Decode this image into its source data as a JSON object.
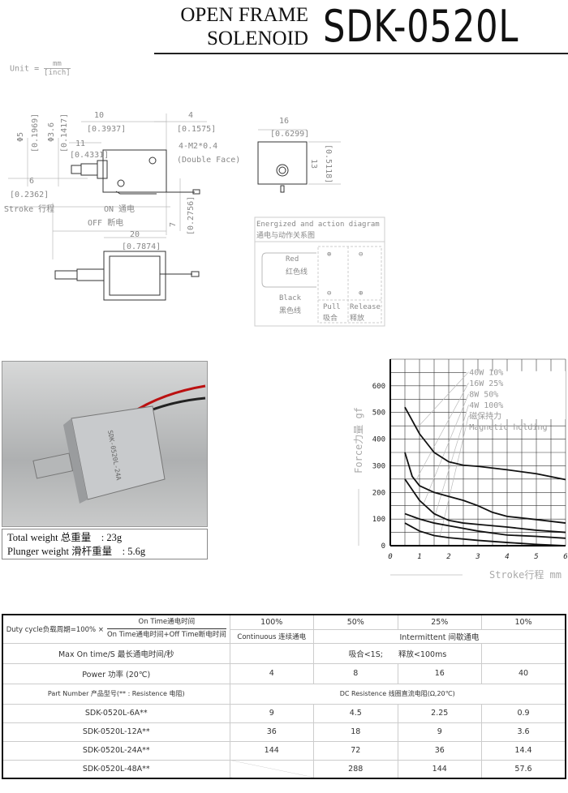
{
  "header": {
    "line1": "OPEN FRAME",
    "line2": "SOLENOID",
    "model": "SDK-0520L"
  },
  "unit": {
    "label": "Unit =",
    "top": "mm",
    "bottom": "[inch]"
  },
  "drawing": {
    "dims": {
      "d10": "10",
      "d10i": "[0.3937]",
      "d4": "4",
      "d4i": "[0.1575]",
      "phi5": "Φ5",
      "phi5i": "[0.1969]",
      "phi36": "Φ3.6",
      "phi36i": "[0.1417]",
      "d11": "11",
      "d11i": "[0.4331]",
      "d6": "6",
      "d6i": "[0.2362]",
      "thread": "4-M2*0.4",
      "face": "(Double Face)",
      "stroke": "Stroke 行程",
      "on": "ON 通电",
      "off": "OFF 断电",
      "d7": "7",
      "d7i": "[0.2756]",
      "d20": "20",
      "d20i": "[0.7874]",
      "d16": "16",
      "d16i": "[0.6299]",
      "d13": "13",
      "d13i": "[0.5118]"
    },
    "diagram": {
      "title_en": "Energized and action diagram",
      "title_cn": "通电与动作关系图",
      "red": "Red",
      "red_cn": "红色线",
      "black": "Black",
      "black_cn": "黑色线",
      "pull": "Pull",
      "pull_cn": "吸合",
      "release": "Release",
      "release_cn": "释放",
      "plus": "⊕",
      "minus": "⊖"
    }
  },
  "photo": {
    "label1": "Total weight 总重量　: 23g",
    "label2": "Plunger weight 滑杆重量　: 5.6g",
    "print": "SDK-0520L-24A"
  },
  "chart_data": {
    "type": "line",
    "xlabel": "Stroke行程  mm",
    "ylabel": "Force力量  gf",
    "xlim": [
      0,
      6
    ],
    "ylim": [
      0,
      700
    ],
    "xticks": [
      0,
      1,
      2,
      3,
      4,
      5,
      6
    ],
    "yticks": [
      0,
      100,
      200,
      300,
      400,
      500,
      600
    ],
    "grid": true,
    "legend": [
      "40W 10%",
      "16W 25%",
      "8W 50%",
      "4W 100%",
      "磁保持力",
      "Magnetic holding"
    ],
    "series": [
      {
        "name": "40W 10%",
        "x": [
          0.5,
          0.75,
          1,
          1.5,
          2,
          2.5,
          3,
          4,
          5,
          6
        ],
        "y": [
          520,
          470,
          420,
          350,
          315,
          302,
          298,
          285,
          270,
          248
        ]
      },
      {
        "name": "16W 25%",
        "x": [
          0.5,
          0.75,
          1,
          1.5,
          2,
          2.5,
          3,
          3.5,
          4,
          5,
          6
        ],
        "y": [
          350,
          260,
          225,
          200,
          185,
          170,
          150,
          125,
          110,
          98,
          85
        ]
      },
      {
        "name": "8W 50%",
        "x": [
          0.5,
          0.75,
          1,
          1.5,
          2,
          2.5,
          3,
          4,
          5,
          6
        ],
        "y": [
          250,
          210,
          170,
          120,
          95,
          85,
          80,
          70,
          58,
          50
        ]
      },
      {
        "name": "4W 100%",
        "x": [
          0.5,
          1,
          1.5,
          2,
          3,
          4,
          5,
          6
        ],
        "y": [
          120,
          100,
          85,
          75,
          55,
          40,
          35,
          28
        ]
      },
      {
        "name": "Magnetic holding",
        "x": [
          0.5,
          1,
          1.5,
          2,
          3,
          4,
          5,
          6
        ],
        "y": [
          85,
          55,
          38,
          30,
          20,
          12,
          5,
          0
        ]
      }
    ]
  },
  "table": {
    "duty_label": "Duty cycle负载周期=100% ×",
    "num": "On Time通电时间",
    "den": "On Time通电时间+Off Time断电时间",
    "duties": [
      "100%",
      "50%",
      "25%",
      "10%"
    ],
    "continuous": "Continuous 连续通电",
    "intermittent": "Intermittent 间歇通电",
    "maxon_label": "Max On time/S 最长通电时间/秒",
    "maxon_pull": "吸合<1S;",
    "maxon_release": "释放<100ms",
    "power_label": "Power 功率 (20℃)",
    "power": [
      "4",
      "8",
      "16",
      "40"
    ],
    "part_label": "Part Number 产品型号(** : Resistence 电阻)",
    "res_label": "DC Resistence 线圈直流电阻(Ω,20℃)",
    "rows": [
      {
        "part": "SDK-0520L-6A**",
        "v": [
          "9",
          "4.5",
          "2.25",
          "0.9"
        ]
      },
      {
        "part": "SDK-0520L-12A**",
        "v": [
          "36",
          "18",
          "9",
          "3.6"
        ]
      },
      {
        "part": "SDK-0520L-24A**",
        "v": [
          "144",
          "72",
          "36",
          "14.4"
        ]
      },
      {
        "part": "SDK-0520L-48A**",
        "v": [
          "",
          "288",
          "144",
          "57.6"
        ]
      }
    ]
  }
}
